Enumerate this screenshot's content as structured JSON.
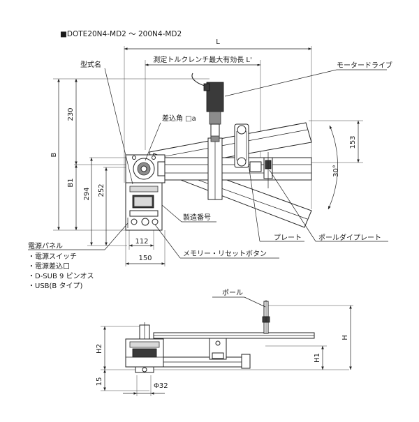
{
  "title": "■DOTE20N4-MD2 ～ 200N4-MD2",
  "dimensions": {
    "L": "L",
    "L_prime": "測定トルクレンチ最大有効長 L'",
    "d230": "230",
    "B": "B",
    "B1": "B1",
    "d294": "294",
    "d252": "252",
    "d112": "112",
    "d150": "150",
    "d153": "153",
    "d30deg": "30°",
    "H": "H",
    "H1": "H1",
    "H2": "H2",
    "d15": "15",
    "phi32": "Φ32"
  },
  "labels": {
    "model_name": "型式名",
    "motor_drive": "モータードライブ",
    "square_drive": "差込角 □a",
    "serial_number": "製造番号",
    "plate": "プレート",
    "pole_die_plate": "ポールダイプレート",
    "memory_reset": "メモリー・リセットボタン",
    "pole": "ポール"
  },
  "power_panel": {
    "heading": "電源パネル",
    "items": [
      "・電源スイッチ",
      "・電源差込口",
      "・D-SUB 9 ピンオス",
      "・USB(B タイプ)"
    ]
  }
}
